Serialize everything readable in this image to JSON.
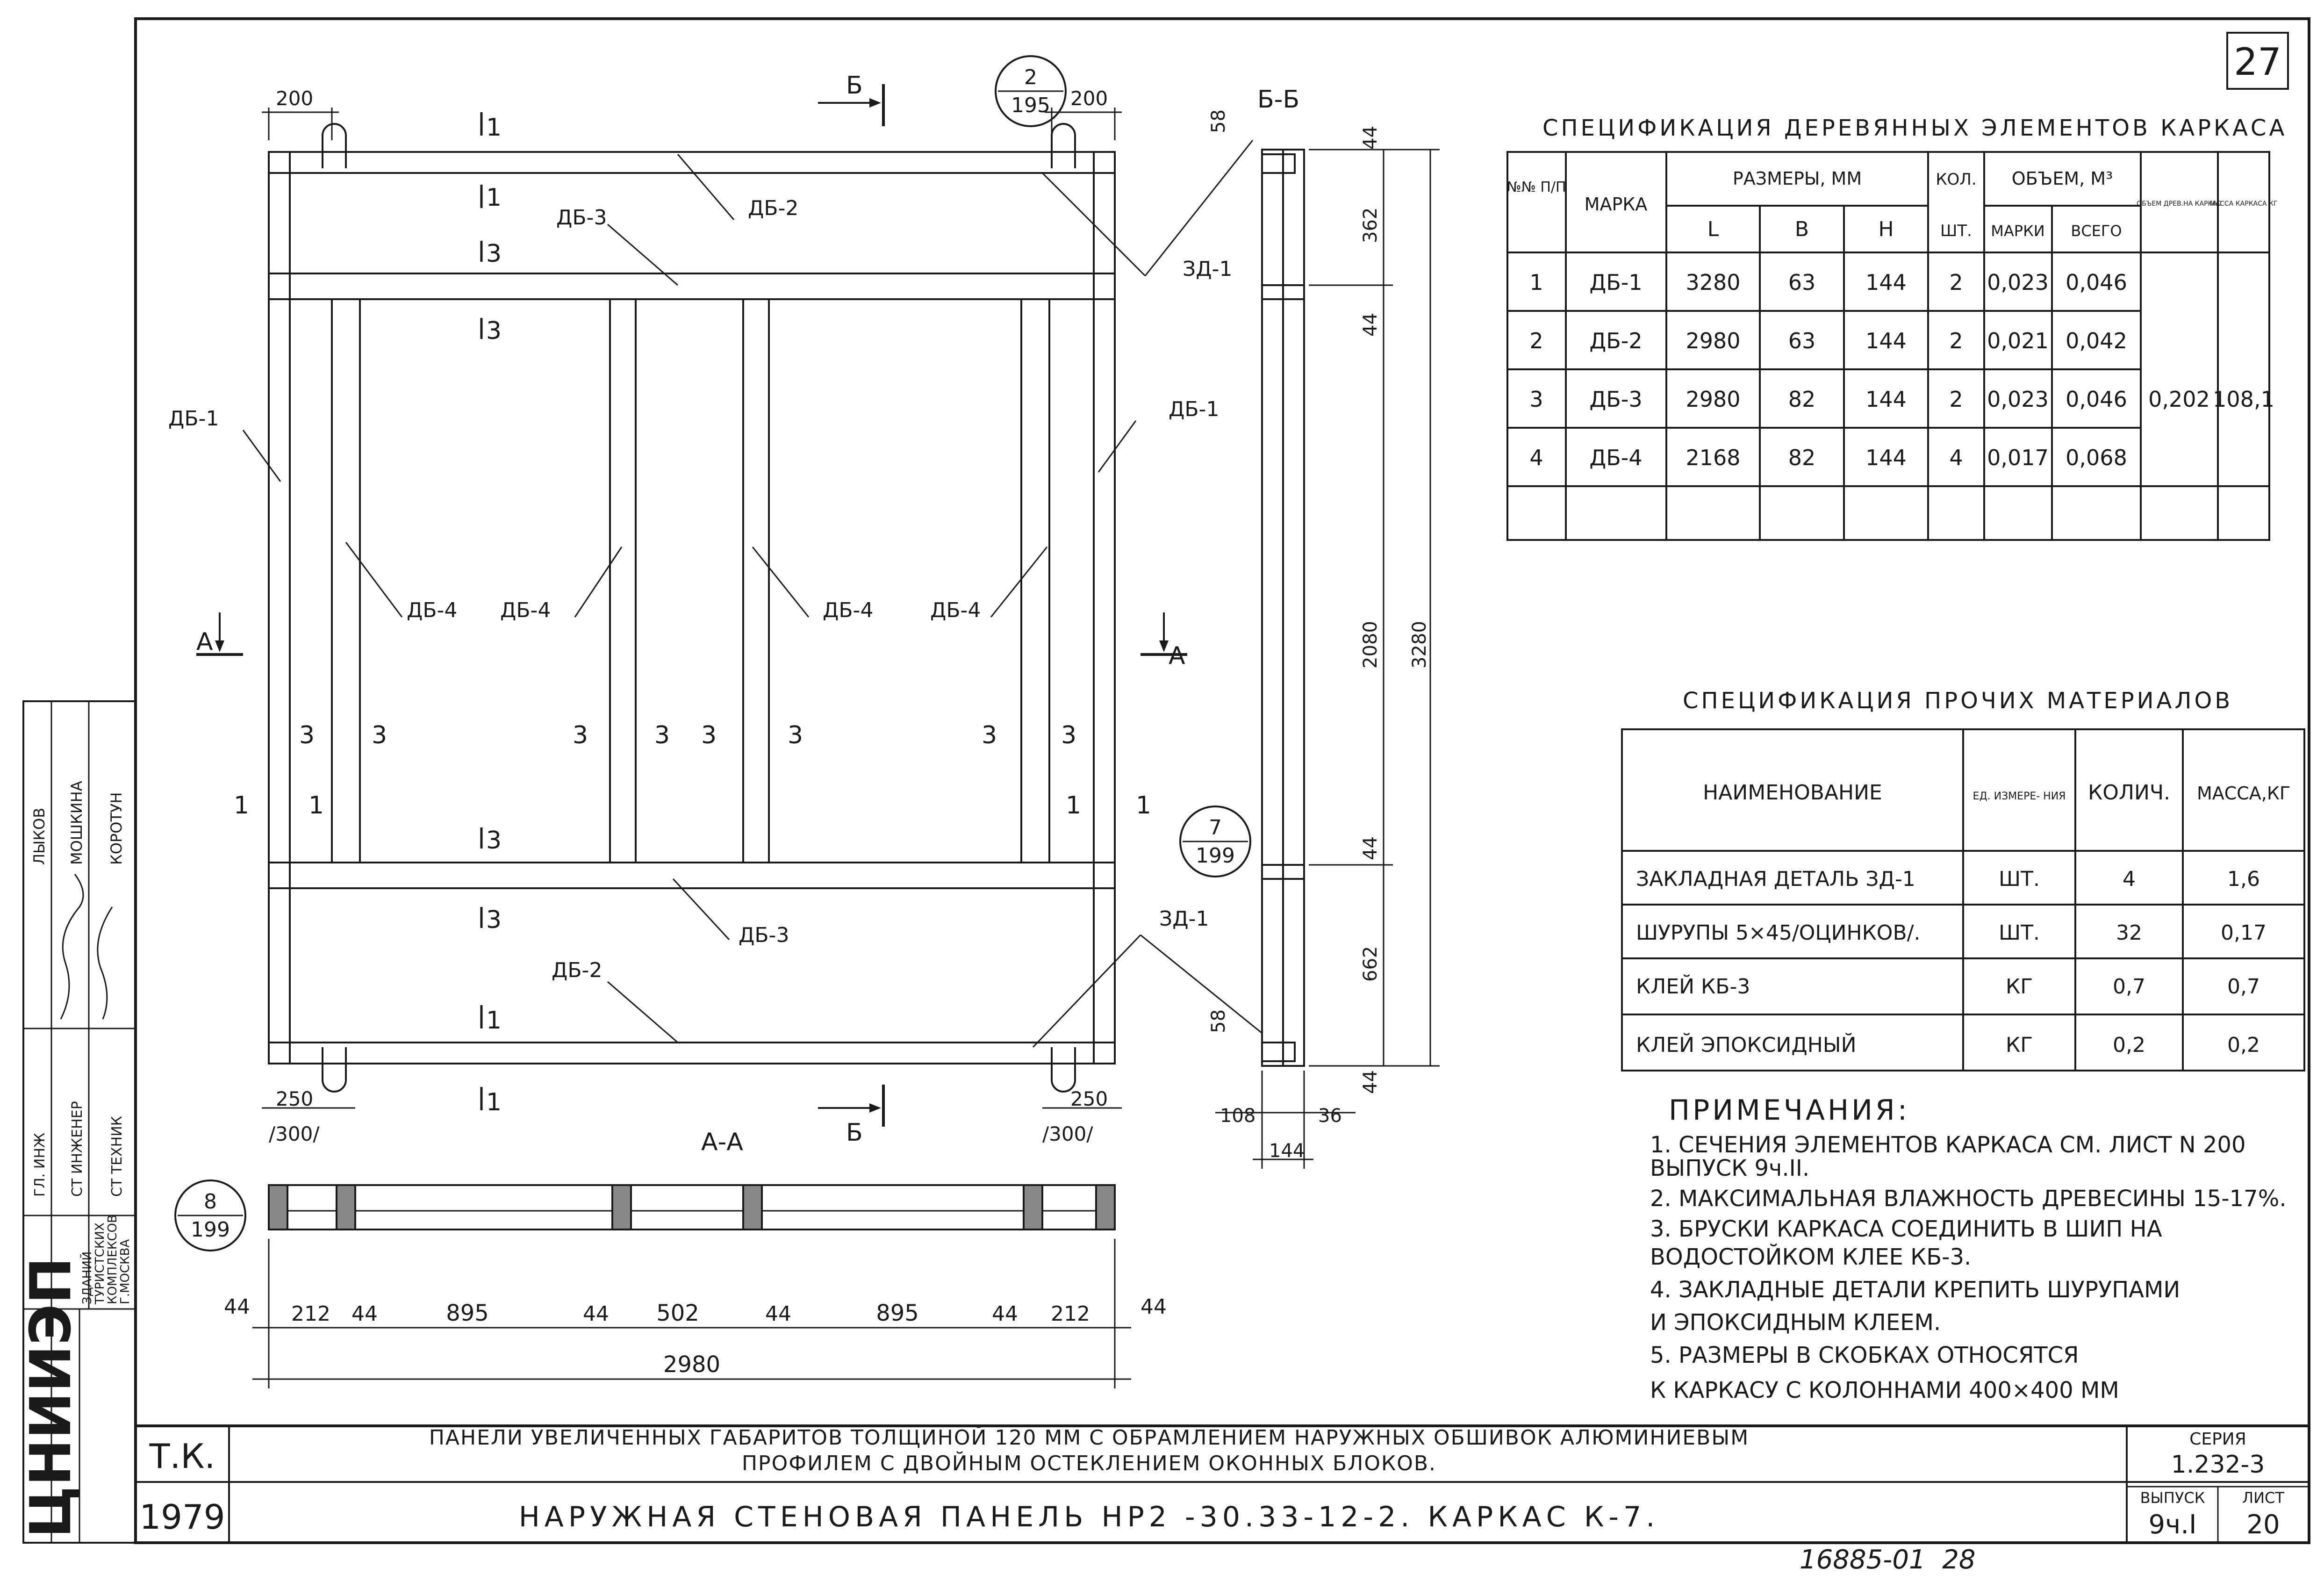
{
  "sheet": {
    "sheet_number": "27",
    "series_label": "СЕРИЯ",
    "series_value": "1.232-3",
    "issue_label": "ВЫПУСК",
    "issue_value": "9ч.I",
    "sheet_label": "ЛИСТ",
    "sheet_value": "20",
    "org_short": "Т.К.",
    "year": "1979",
    "title_line1": "ПАНЕЛИ УВЕЛИЧЕННЫХ ГАБАРИТОВ ТОЛЩИНОЙ 120 ММ С ОБРАМЛЕНИЕМ НАРУЖНЫХ ОБШИВОК АЛЮМИНИЕВЫМ",
    "title_line2": "ПРОФИЛЕМ С ДВОЙНЫМ ОСТЕКЛЕНИЕМ ОКОННЫХ БЛОКОВ.",
    "title_main": "НАРУЖНАЯ СТЕНОВАЯ ПАНЕЛЬ НР2 -30.33-12-2. КАРКАС К-7.",
    "bottom_number": "16885-01  28"
  },
  "side_stamp": {
    "logo_text": "ЦНИИЭП",
    "rows": [
      {
        "role": "ГЛ. ИНЖ",
        "name": "ЛЫКОВ"
      },
      {
        "role": "СТ ИНЖЕНЕР",
        "name": "МОШКИНА"
      },
      {
        "role": "СТ ТЕХНИК",
        "name": "КОРОТУН"
      }
    ],
    "org": [
      "ЗДАНИЙ",
      "ТУРИСТСКИХ",
      "КОМПЛЕКСОВ",
      "Г.МОСКВА"
    ]
  },
  "wood_spec": {
    "title": "СПЕЦИФИКАЦИЯ ДЕРЕВЯННЫХ ЭЛЕМЕНТОВ КАРКАСА",
    "headers": {
      "num": "№№ П/П",
      "mark": "МАРКА",
      "dims": "РАЗМЕРЫ, ММ",
      "L": "L",
      "B": "B",
      "H": "H",
      "qty": "КОЛ.",
      "qty_unit": "ШТ.",
      "volume": "ОБЪЕМ, М³",
      "vol_mark": "МАРКИ",
      "vol_total": "ВСЕГО",
      "vol_wood": "ОБЪЕМ ДРЕВ.НА КАРКАС",
      "mass": "МАССА КАРКАСА КГ"
    },
    "rows": [
      {
        "n": "1",
        "mark": "ДБ-1",
        "L": "3280",
        "B": "63",
        "H": "144",
        "qty": "2",
        "vm": "0,023",
        "vt": "0,046"
      },
      {
        "n": "2",
        "mark": "ДБ-2",
        "L": "2980",
        "B": "63",
        "H": "144",
        "qty": "2",
        "vm": "0,021",
        "vt": "0,042"
      },
      {
        "n": "3",
        "mark": "ДБ-3",
        "L": "2980",
        "B": "82",
        "H": "144",
        "qty": "2",
        "vm": "0,023",
        "vt": "0,046"
      },
      {
        "n": "4",
        "mark": "ДБ-4",
        "L": "2168",
        "B": "82",
        "H": "144",
        "qty": "4",
        "vm": "0,017",
        "vt": "0,068"
      }
    ],
    "total_wood": "0,202",
    "total_mass": "108,1"
  },
  "other_spec": {
    "title": "СПЕЦИФИКАЦИЯ ПРОЧИХ МАТЕРИАЛОВ",
    "headers": {
      "name": "НАИМЕНОВАНИЕ",
      "unit": "ЕД. ИЗМЕРЕ- НИЯ",
      "qty": "КОЛИЧ.",
      "mass": "МАССА,КГ"
    },
    "rows": [
      {
        "name": "ЗАКЛАДНАЯ ДЕТАЛЬ ЗД-1",
        "unit": "ШТ.",
        "qty": "4",
        "mass": "1,6"
      },
      {
        "name": "ШУРУПЫ 5×45/ОЦИНКОВ/.",
        "unit": "ШТ.",
        "qty": "32",
        "mass": "0,17"
      },
      {
        "name": "КЛЕЙ КБ-3",
        "unit": "КГ",
        "qty": "0,7",
        "mass": "0,7"
      },
      {
        "name": "КЛЕЙ ЭПОКСИДНЫЙ",
        "unit": "КГ",
        "qty": "0,2",
        "mass": "0,2"
      }
    ]
  },
  "notes": {
    "title": "ПРИМЕЧАНИЯ:",
    "lines": [
      "1. СЕЧЕНИЯ ЭЛЕМЕНТОВ КАРКАСА СМ. ЛИСТ N 200",
      "ВЫПУСК 9ч.II.",
      "2. МАКСИМАЛЬНАЯ ВЛАЖНОСТЬ ДРЕВЕСИНЫ 15-17%.",
      "3. БРУСКИ КАРКАСА СОЕДИНИТЬ В ШИП НА",
      "ВОДОСТОЙКОМ КЛЕЕ КБ-3.",
      "4. ЗАКЛАДНЫЕ ДЕТАЛИ КРЕПИТЬ ШУРУПАМИ",
      "И ЭПОКСИДНЫМ КЛЕЕМ.",
      "5. РАЗМЕРЫ В СКОБКАХ ОТНОСЯТСЯ",
      "К КАРКАСУ С КОЛОННАМИ 400×400 ММ"
    ]
  },
  "drawing": {
    "main_labels": {
      "db1": "ДБ-1",
      "db2": "ДБ-2",
      "db3": "ДБ-3",
      "db4": "ДБ-4",
      "zd1": "ЗД-1",
      "sec_a": "А",
      "sec_b": "Б",
      "cut1": "1",
      "cut3": "3",
      "dim_200": "200",
      "dim_250": "250",
      "dim_300": "/300/"
    },
    "refs": [
      {
        "top": "2",
        "bottom": "195"
      },
      {
        "top": "7",
        "bottom": "199"
      },
      {
        "top": "8",
        "bottom": "199"
      }
    ],
    "section_bb_title": "Б-Б",
    "section_bb_dims": {
      "d58": "58",
      "d44": "44",
      "d362": "362",
      "d2080": "2080",
      "d3280": "3280",
      "d662": "662",
      "d108": "108",
      "d36": "36",
      "d144": "144"
    },
    "section_aa_title": "А-А",
    "section_aa_dims": [
      "44",
      "212",
      "44",
      "895",
      "44",
      "502",
      "44",
      "895",
      "44",
      "212",
      "44"
    ],
    "section_aa_total": "2980"
  }
}
